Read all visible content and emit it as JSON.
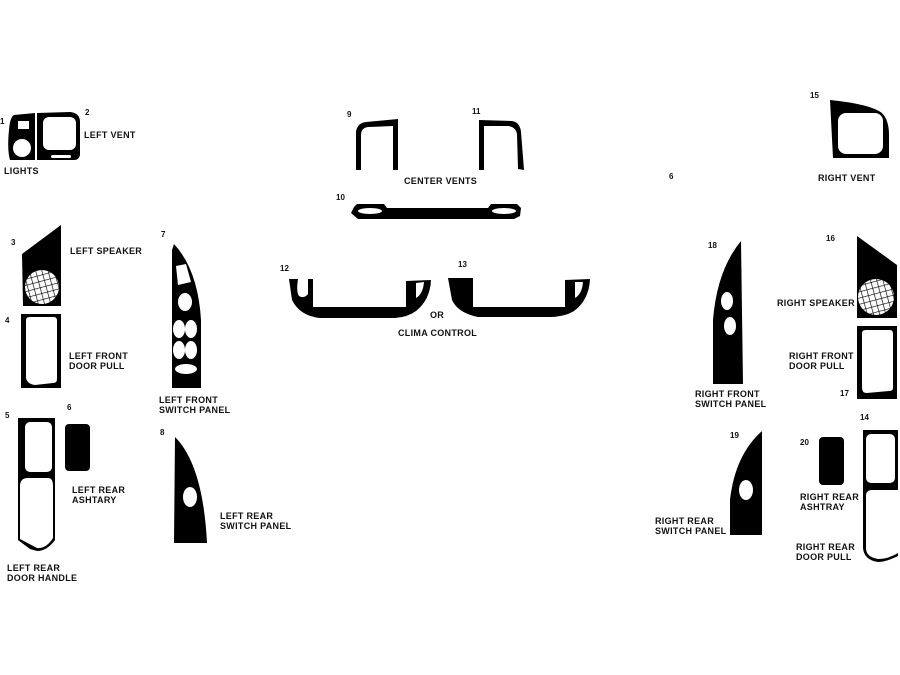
{
  "colors": {
    "part_fill": "#000000",
    "background": "#ffffff"
  },
  "parts": [
    {
      "number": "1",
      "label": "LIGHTS"
    },
    {
      "number": "2",
      "label": "LEFT VENT"
    },
    {
      "number": "3",
      "label": "LEFT SPEAKER"
    },
    {
      "number": "4",
      "label": "LEFT FRONT\nDOOR PULL"
    },
    {
      "number": "5",
      "label": "LEFT REAR\nDOOR HANDLE"
    },
    {
      "number": "6",
      "label": "LEFT REAR\nASHTARY"
    },
    {
      "number": "7",
      "label": "LEFT FRONT\nSWITCH PANEL"
    },
    {
      "number": "8",
      "label": "LEFT REAR\nSWITCH PANEL"
    },
    {
      "number": "9",
      "label": "CENTER VENTS"
    },
    {
      "number": "10"
    },
    {
      "number": "11"
    },
    {
      "number": "12",
      "label": "CLIMA CONTROL"
    },
    {
      "number": "13"
    },
    {
      "number": "14",
      "label": "RIGHT REAR\nDOOR PULL"
    },
    {
      "number": "15",
      "label": "RIGHT VENT"
    },
    {
      "number": "16",
      "label": "RIGHT SPEAKER"
    },
    {
      "number": "17",
      "label": "RIGHT FRONT\nDOOR PULL"
    },
    {
      "number": "18",
      "label": "RIGHT FRONT\nSWITCH PANEL"
    },
    {
      "number": "19",
      "label": "RIGHT REAR\nSWITCH PANEL"
    },
    {
      "number": "20",
      "label": "RIGHT REAR\nASHTRAY"
    }
  ],
  "or_text": "OR",
  "stray_number": "6"
}
